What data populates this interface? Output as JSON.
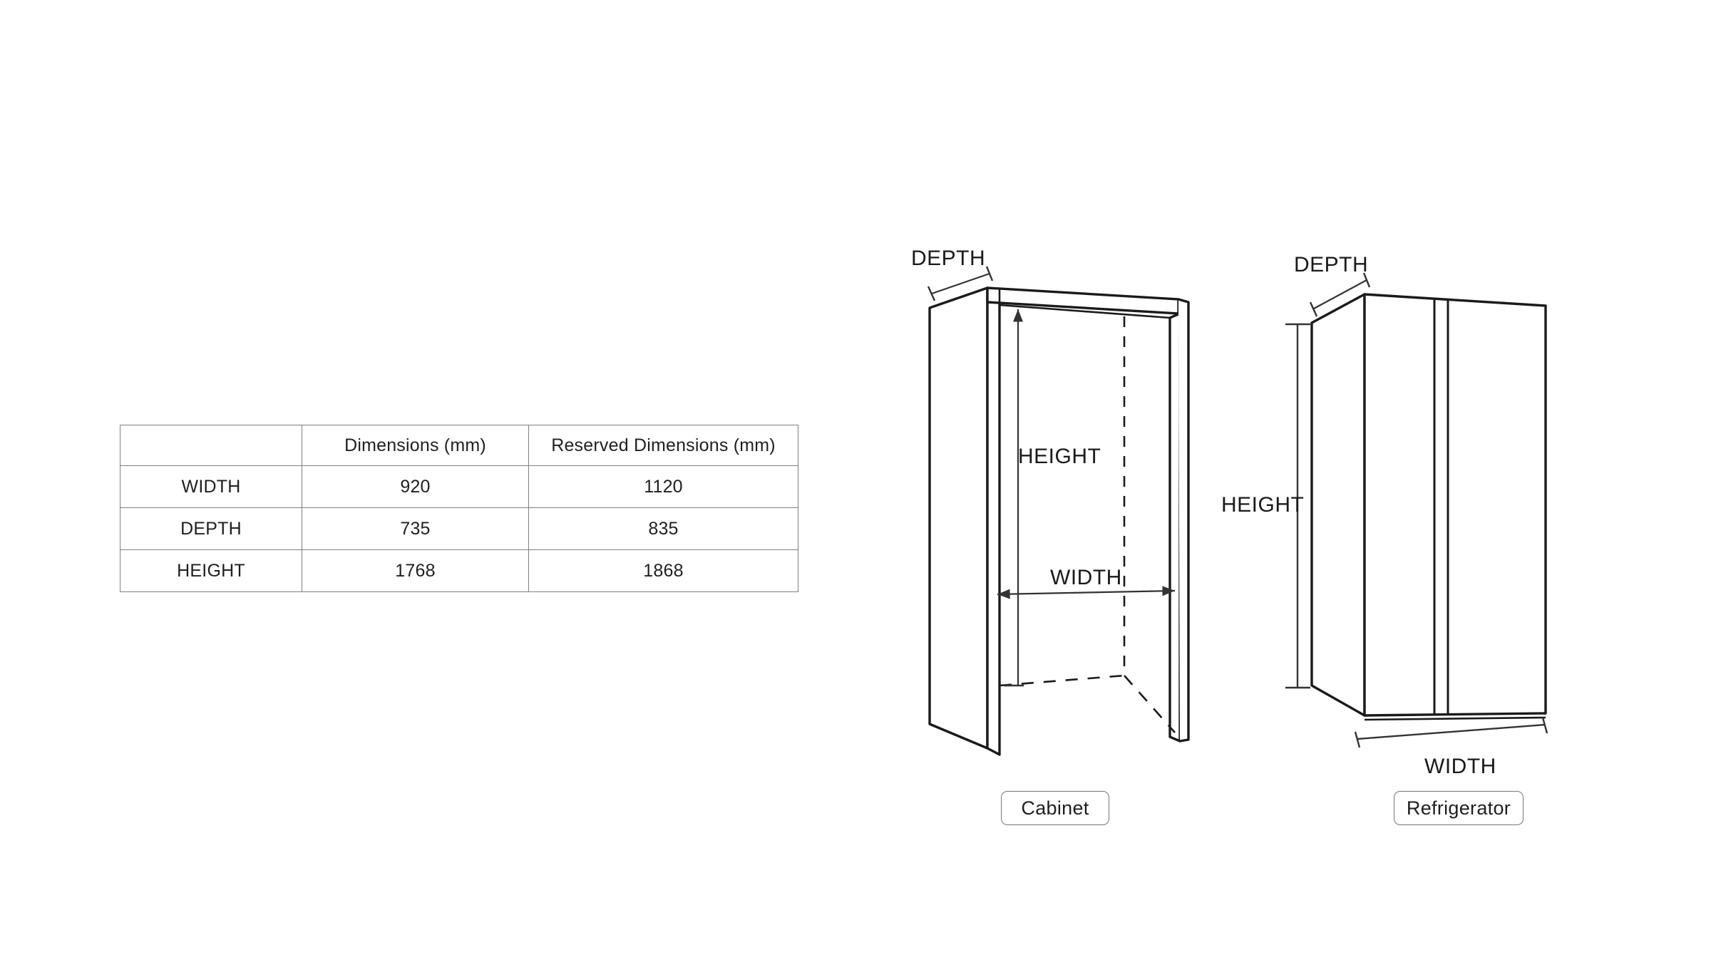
{
  "table": {
    "columns": [
      "",
      "Dimensions (mm)",
      "Reserved Dimensions (mm)"
    ],
    "rows": [
      {
        "label": "WIDTH",
        "dimensions": "920",
        "reserved": "1120"
      },
      {
        "label": "DEPTH",
        "dimensions": "735",
        "reserved": "835"
      },
      {
        "label": "HEIGHT",
        "dimensions": "1768",
        "reserved": "1868"
      }
    ]
  },
  "diagrams": {
    "cabinet": {
      "caption": "Cabinet",
      "labels": {
        "depth": "DEPTH",
        "height": "HEIGHT",
        "width": "WIDTH"
      }
    },
    "refrigerator": {
      "caption": "Refrigerator",
      "labels": {
        "depth": "DEPTH",
        "height": "HEIGHT",
        "width": "WIDTH"
      }
    }
  },
  "colors": {
    "background": "#ffffff",
    "outline": "#1a1a1a",
    "dimension_line": "#333333",
    "table_border": "#808080",
    "pill_border": "#777777",
    "text": "#1f1f1f"
  }
}
